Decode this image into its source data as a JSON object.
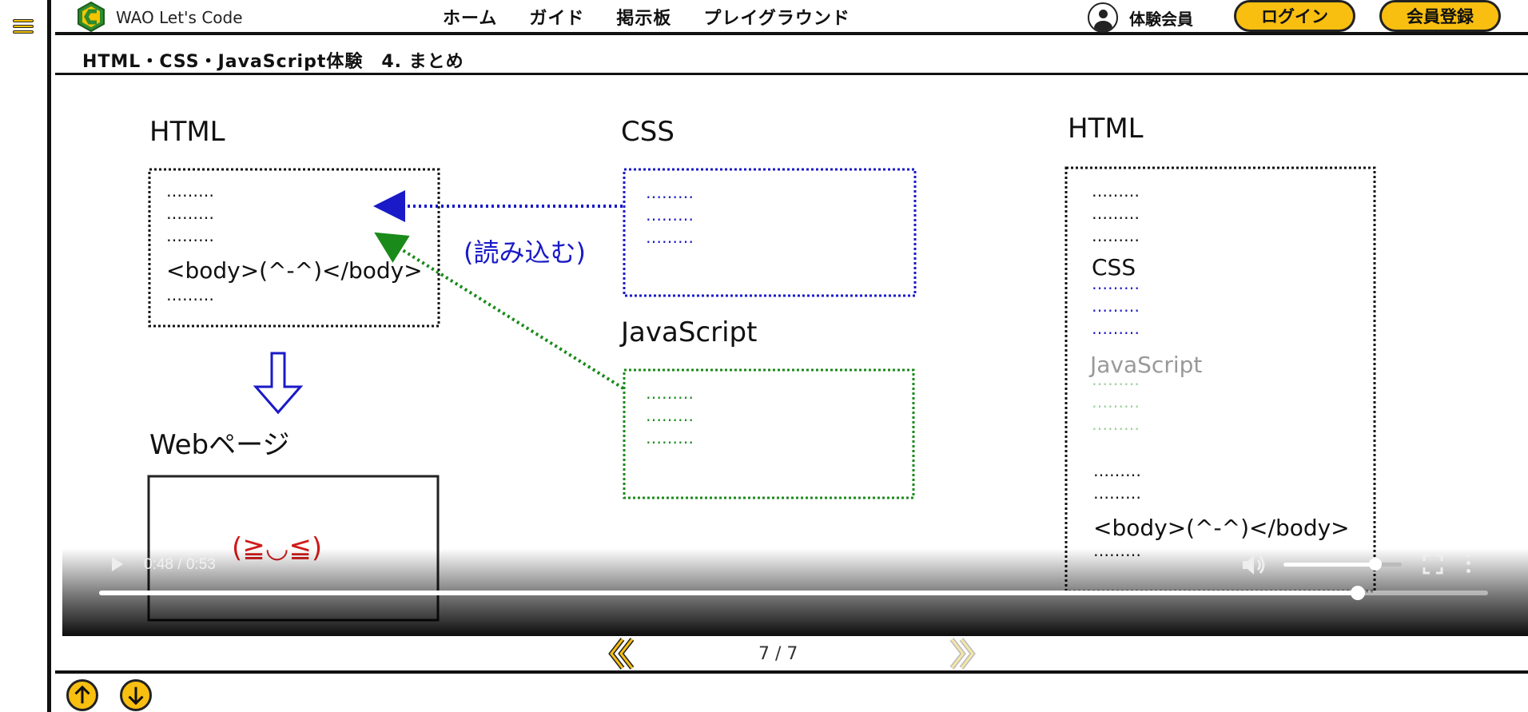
{
  "app": {
    "brand": "WAO Let's Code"
  },
  "nav": {
    "items": [
      "ホーム",
      "ガイド",
      "掲示板",
      "プレイグラウンド"
    ],
    "user_label": "体験会員",
    "login": "ログイン",
    "signup": "会員登録"
  },
  "lesson": {
    "title": "HTML・CSS・JavaScript体験　4. まとめ"
  },
  "slide": {
    "html_title": "HTML",
    "css_title": "CSS",
    "js_title": "JavaScript",
    "webpage_title": "Webページ",
    "right_html_title": "HTML",
    "dots": "………",
    "body_tag": "<body>(^-^)</body>",
    "read_label": "(読み込む)",
    "right_css": "CSS",
    "right_js": "JavaScript",
    "face": "(≧◡≦)"
  },
  "video": {
    "time": "0:48 / 0:53",
    "progress": 0.906,
    "volume": 0.78
  },
  "pager": {
    "label": "7 / 7"
  },
  "colors": {
    "accent": "#f8bf10",
    "css_blue": "#1a1ac8",
    "js_green": "#1a8a1a",
    "face_red": "#d01a1a"
  },
  "icons": {
    "menu": "hamburger-icon",
    "logo": "logo-icon",
    "user": "user-icon",
    "prev": "double-chevron-left-icon",
    "next": "double-chevron-right-icon",
    "up": "arrow-up-icon",
    "down": "arrow-down-icon"
  }
}
